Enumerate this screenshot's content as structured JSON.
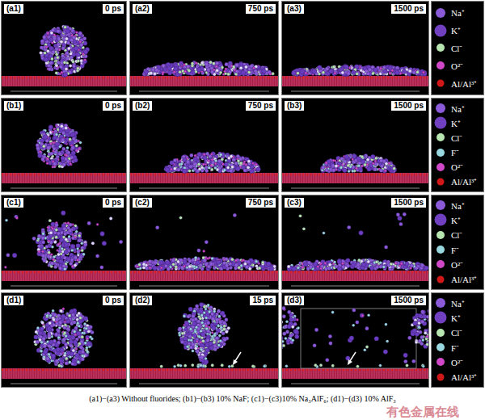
{
  "diagram": {
    "caption": "(a1)−(a3) Without fluorides; (b1)−(b3) 10% NaF; (c1)−(c3)10% Na₃AlF₆; (d1)−(d3) 10% AlF₃",
    "nodes": [
      {
        "text": [
          "(a1)",
          "0 ps"
        ]
      },
      {
        "text": [
          "(a2)",
          "750 ps"
        ]
      },
      {
        "text": [
          "(a3)",
          "1500 ps"
        ]
      },
      {
        "text": [
          "(b1)",
          "0 ps"
        ]
      },
      {
        "text": [
          "(b2)",
          "750 ps"
        ]
      },
      {
        "text": [
          "(b3)",
          "1500 ps"
        ]
      },
      {
        "text": [
          "(c1)",
          "0 ps"
        ]
      },
      {
        "text": [
          "(c2)",
          "750 ps"
        ]
      },
      {
        "text": [
          "(c3)",
          "1500 ps"
        ]
      },
      {
        "text": [
          "(d1)",
          "0 ps"
        ]
      },
      {
        "text": [
          "(d2)",
          "15 ps"
        ]
      },
      {
        "text": [
          "(d3)",
          "1500 ps"
        ]
      }
    ],
    "labels": [
      "有色金属在线"
    ],
    "legend": [
      {
        "text": "Na⁺",
        "color": "#8a5ad8"
      },
      {
        "text": "K⁺",
        "color": "#7040c0"
      },
      {
        "text": "Cl⁻",
        "color": "#b8e6b0"
      },
      {
        "text": "O²⁻",
        "color": "#d048c8"
      },
      {
        "text": "Al/Al³⁺",
        "color": "#d01818"
      },
      {
        "text": "Na⁺",
        "color": "#8a5ad8"
      },
      {
        "text": "K⁺",
        "color": "#7040c0"
      },
      {
        "text": "Cl⁻",
        "color": "#b8e6b0"
      },
      {
        "text": "F⁻",
        "color": "#9ad8e0"
      },
      {
        "text": "O²⁻",
        "color": "#d048c8"
      },
      {
        "text": "Al/Al³⁺",
        "color": "#d01818"
      },
      {
        "text": "Na⁺",
        "color": "#8a5ad8"
      },
      {
        "text": "K⁺",
        "color": "#7040c0"
      },
      {
        "text": "Cl⁻",
        "color": "#b8e6b0"
      },
      {
        "text": "F⁻",
        "color": "#9ad8e0"
      },
      {
        "text": "O²⁻",
        "color": "#d048c8"
      },
      {
        "text": "Al/Al³⁺",
        "color": "#d01818"
      },
      {
        "text": "Na⁺",
        "color": "#8a5ad8"
      },
      {
        "text": "K⁺",
        "color": "#7040c0"
      },
      {
        "text": "Cl⁻",
        "color": "#b8e6b0"
      },
      {
        "text": "F⁻",
        "color": "#9ad8e0"
      },
      {
        "text": "O²⁻",
        "color": "#d048c8"
      },
      {
        "text": "Al/Al³⁺",
        "color": "#d01818"
      }
    ]
  }
}
